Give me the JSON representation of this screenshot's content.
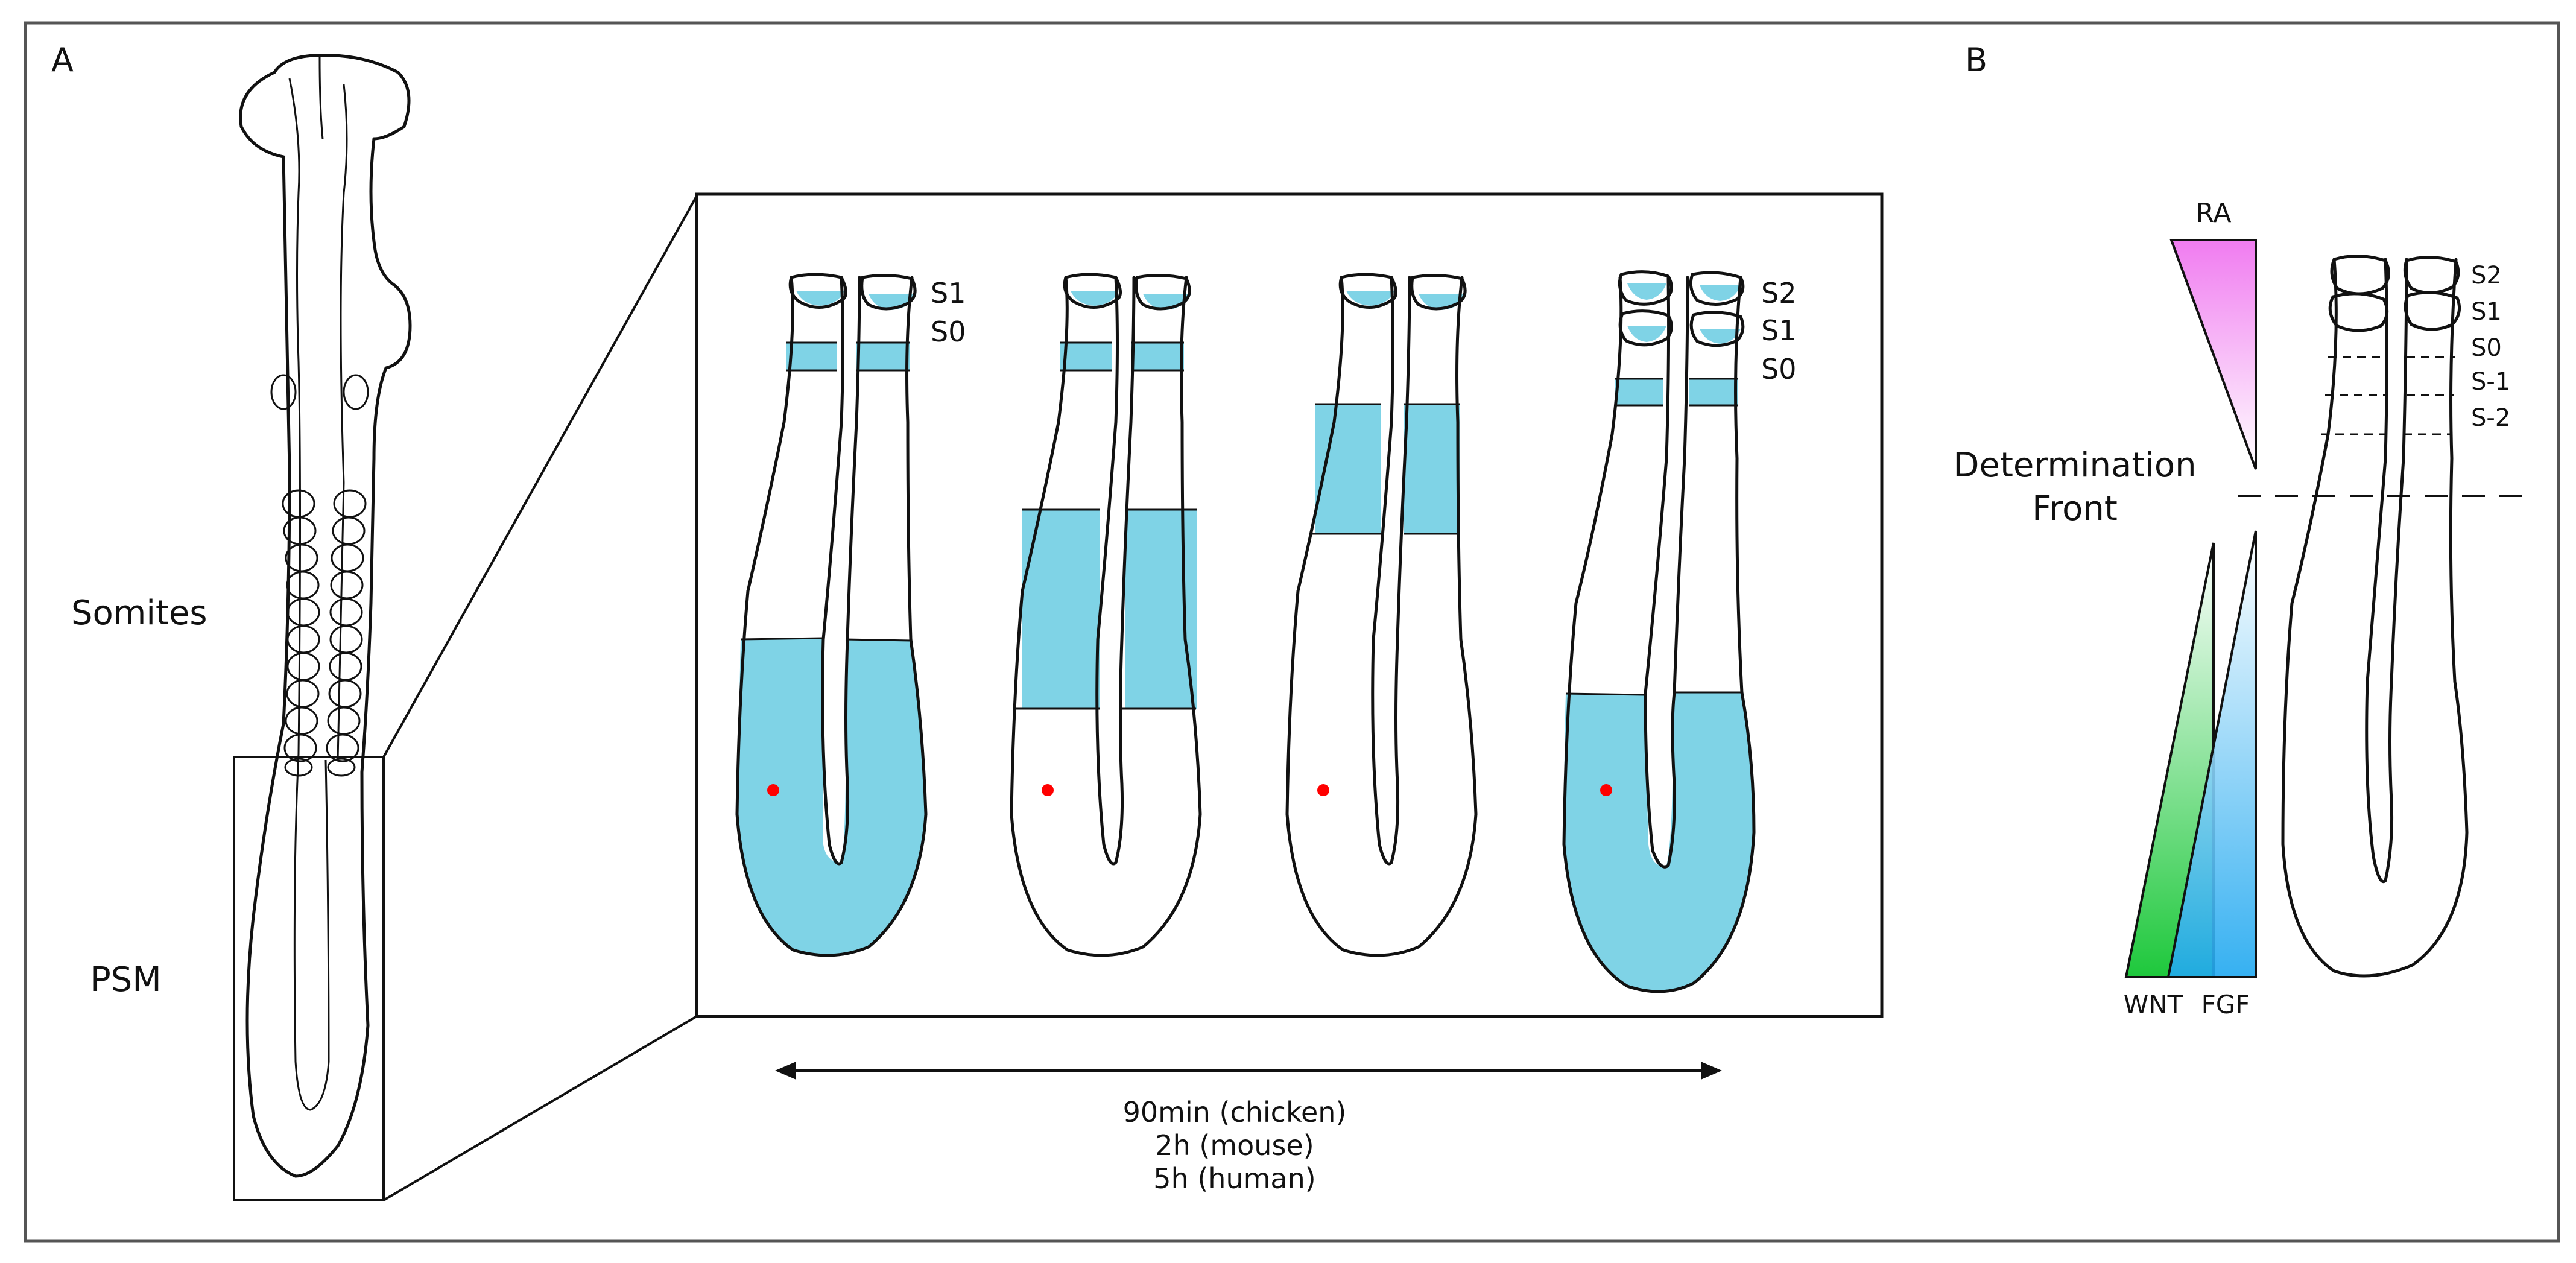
{
  "panel_a": {
    "label": "A",
    "somites_label": "Somites",
    "psm_label": "PSM",
    "stage_labels": [
      [
        "S1",
        "S0"
      ],
      [],
      [],
      [
        "S2",
        "S1",
        "S0"
      ]
    ],
    "timeline": {
      "line1": "90min (chicken)",
      "line2": "2h (mouse)",
      "line3": "5h (human)"
    }
  },
  "panel_b": {
    "label": "B",
    "ra_label": "RA",
    "front_line1": "Determination",
    "front_line2": "Front",
    "wnt_label": "WNT",
    "fgf_label": "FGF",
    "stage_labels": [
      "S2",
      "S1",
      "S0",
      "S-1",
      "S-2"
    ]
  },
  "colors": {
    "expression": "#7fd3e6",
    "ra_gradient": "#f07cf0",
    "wnt_gradient": "#1ec83c",
    "fgf_gradient": "#20a8f0",
    "marker": "#ff0000"
  }
}
